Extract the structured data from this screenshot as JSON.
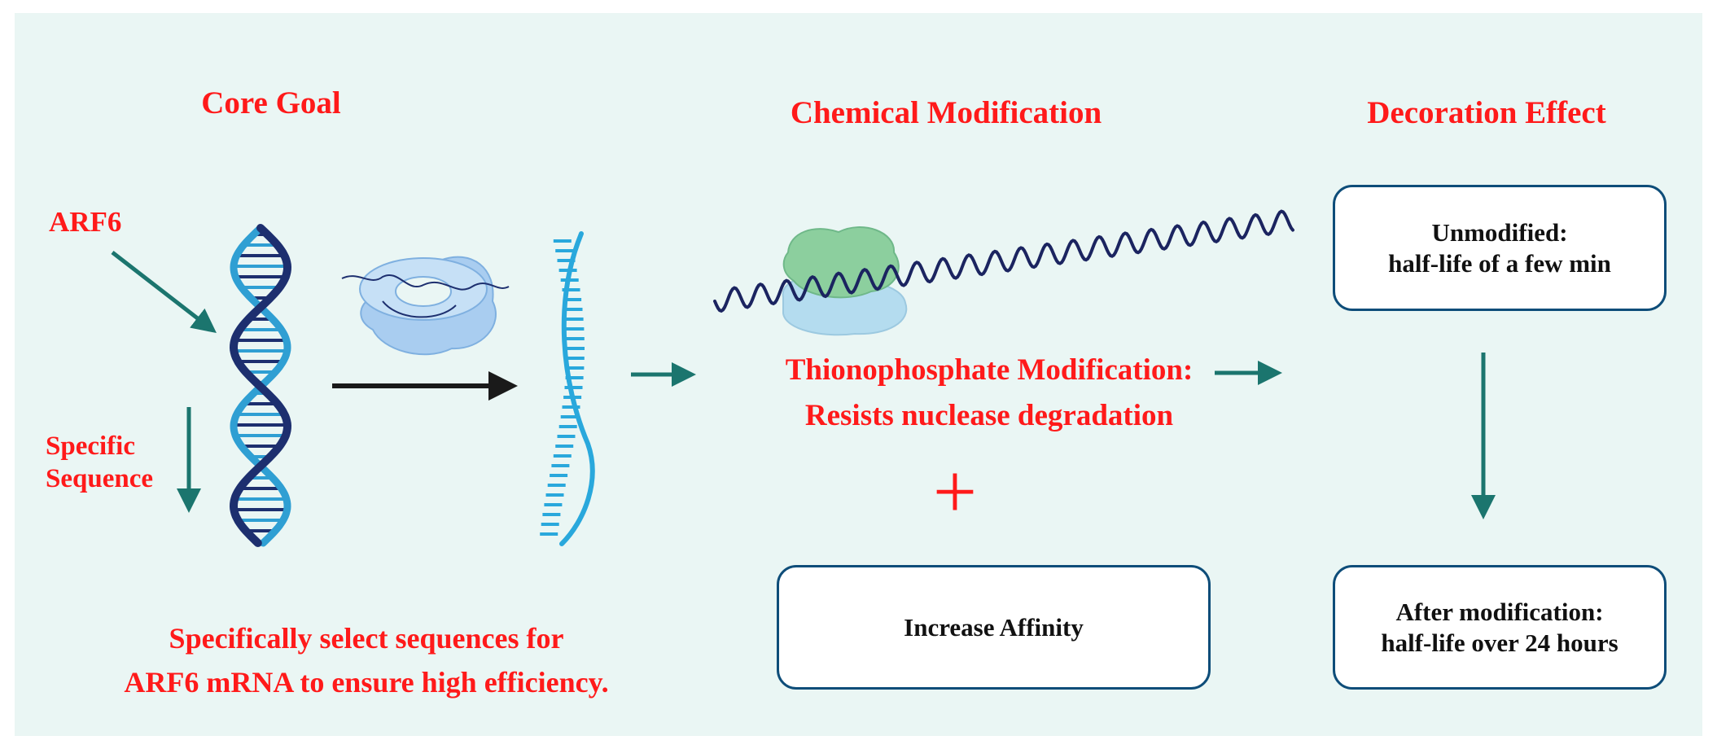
{
  "headings": {
    "core_goal": "Core Goal",
    "chemical_modification": "Chemical Modification",
    "decoration_effect": "Decoration Effect"
  },
  "core_goal": {
    "target_label": "ARF6",
    "sequence_label_line1": "Specific",
    "sequence_label_line2": "Sequence",
    "summary_line1": "Specifically select sequences for",
    "summary_line2": "ARF6 mRNA to ensure high efficiency."
  },
  "chemical_modification": {
    "modification_line1": "Thionophosphate Modification:",
    "modification_line2": "Resists nuclease degradation",
    "plus_symbol": "+",
    "affinity_box": "Increase Affinity"
  },
  "decoration_effect": {
    "unmodified_line1": "Unmodified:",
    "unmodified_line2": "half-life of a few min",
    "modified_line1": "After modification:",
    "modified_line2": "half-life over 24 hours"
  },
  "colors": {
    "background": "#eaf6f4",
    "title_red": "#ff1a1a",
    "arrow_teal": "#1b756e",
    "box_border": "#0e4d79",
    "dna_dark": "#1d2f6f",
    "dna_light": "#2f9fd3",
    "strand_blue": "#29a8dc",
    "mrna_navy": "#1b2460",
    "protein_green": "#8ccf9e",
    "protein_blue": "#b4dcef"
  },
  "icons": [
    "dna-double-helix-icon",
    "ribosome-complex-icon",
    "single-strand-oligo-icon",
    "protein-complex-icon",
    "mrna-wave-icon"
  ]
}
